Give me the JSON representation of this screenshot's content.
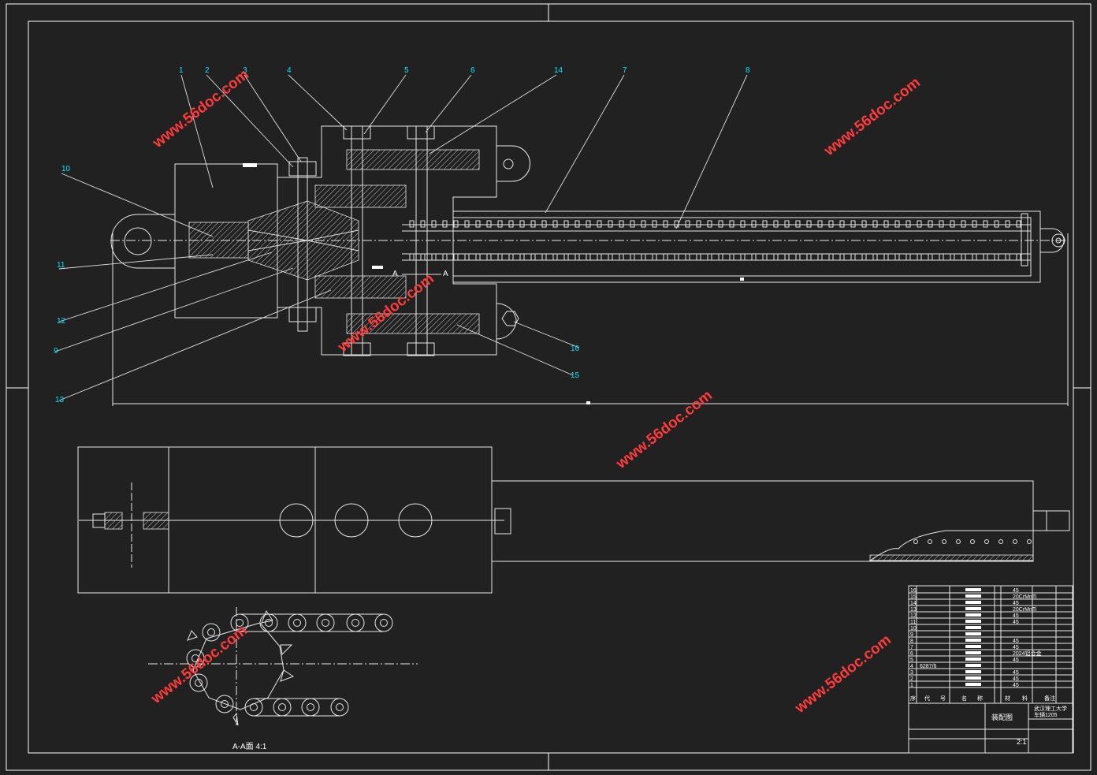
{
  "part_callouts": [
    "1",
    "2",
    "3",
    "4",
    "5",
    "6",
    "14",
    "7",
    "8",
    "10",
    "11",
    "12",
    "9",
    "13",
    "16",
    "15"
  ],
  "section_labels": {
    "a_left": "A",
    "a_right": "A"
  },
  "section_view_caption": "A-A面 4:1",
  "watermark_text": "www.56doc.com",
  "bom_rows": [
    {
      "no": "16",
      "material": "45"
    },
    {
      "no": "15",
      "material": "20CrMnTi"
    },
    {
      "no": "14",
      "material": "45"
    },
    {
      "no": "13",
      "material": "20CrMnTi"
    },
    {
      "no": "12",
      "material": "45"
    },
    {
      "no": "11",
      "material": "45"
    },
    {
      "no": "10",
      "material": ""
    },
    {
      "no": "9",
      "material": ""
    },
    {
      "no": "8",
      "material": "45"
    },
    {
      "no": "7",
      "material": "45"
    },
    {
      "no": "6",
      "material": "2024铝合金"
    },
    {
      "no": "5",
      "material": "45"
    },
    {
      "no": "4",
      "code": "6287/6",
      "material": ""
    },
    {
      "no": "3",
      "material": "45"
    },
    {
      "no": "2",
      "material": "45"
    },
    {
      "no": "1",
      "material": "45"
    }
  ],
  "bom_header": [
    "序",
    "代",
    "号",
    "名",
    "称",
    "材",
    "料",
    "备注"
  ],
  "title_block": {
    "drawing_name": "装配图",
    "school": "武汉理工大学",
    "class": "车辆1205",
    "scale": "2:1"
  },
  "colors": {
    "callout": "#00e5ff",
    "lines": "#ffffff",
    "watermark": "#ff3b3b",
    "background": "#212121"
  }
}
